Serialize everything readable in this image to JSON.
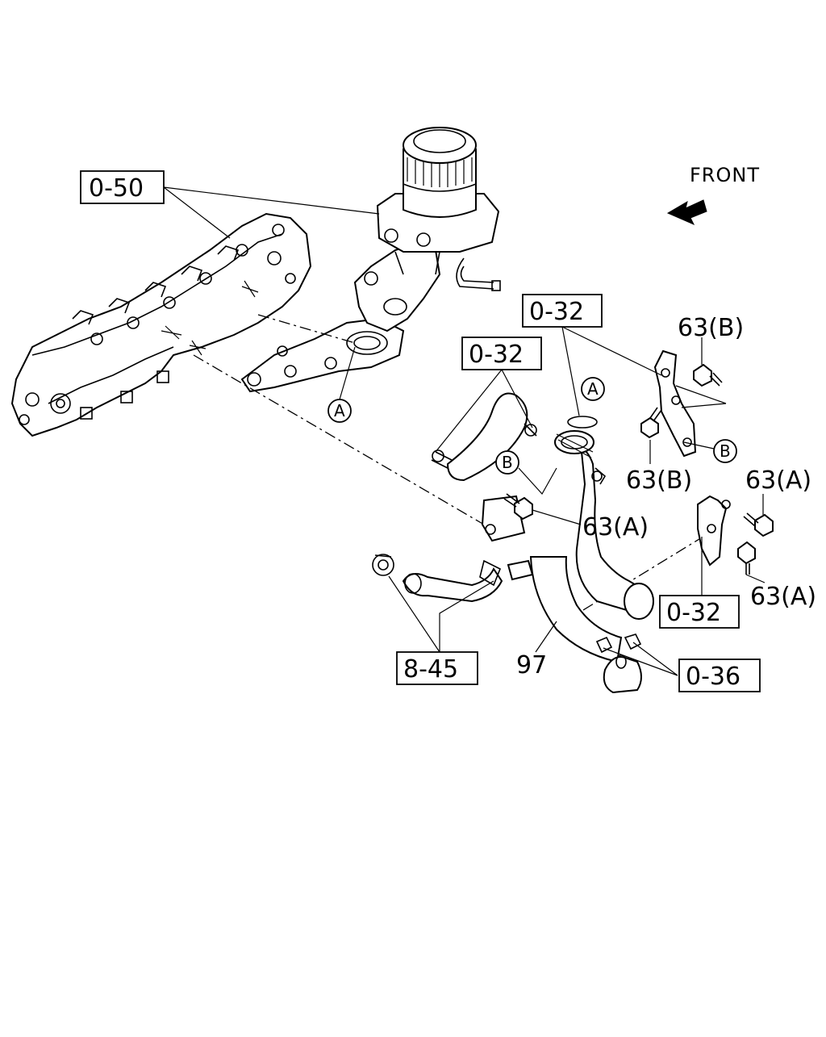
{
  "labels": {
    "front": "FRONT",
    "ref_0_50": "0-50",
    "ref_0_32_top": "0-32",
    "ref_0_32_left": "0-32",
    "ref_0_32_bottom": "0-32",
    "ref_8_45": "8-45",
    "ref_0_36": "0-36",
    "part_97": "97",
    "part_63b_top": "63(B)",
    "part_63b_mid": "63(B)",
    "part_63a_center": "63(A)",
    "part_63a_right_top": "63(A)",
    "part_63a_right_bottom": "63(A)",
    "marker_a_manifold": "A",
    "marker_a_pipe": "A",
    "marker_b_pipe": "B",
    "marker_b_bracket": "B"
  }
}
